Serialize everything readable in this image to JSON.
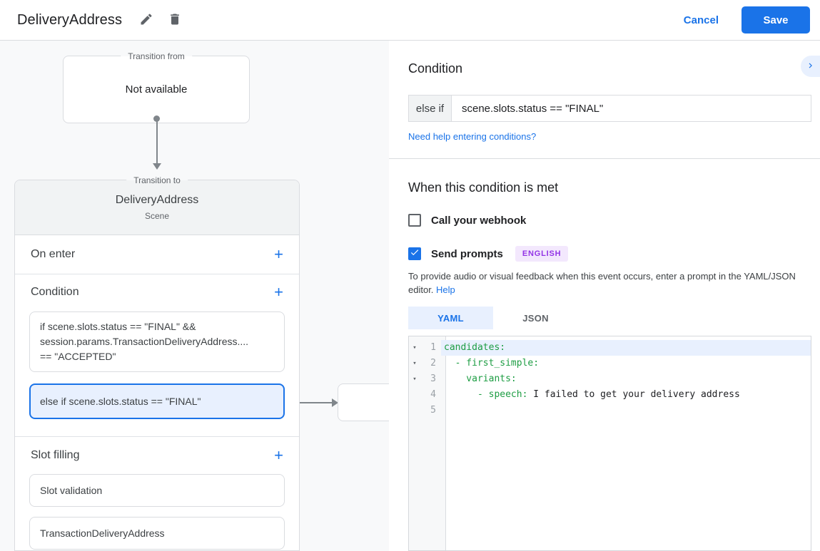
{
  "header": {
    "title": "DeliveryAddress",
    "cancel_label": "Cancel",
    "save_label": "Save"
  },
  "icons": {
    "edit": "pencil-icon",
    "delete": "trash-icon",
    "collapse": "chevron-right-icon",
    "add_glyph": "+",
    "fold_glyph": "▾",
    "check_glyph": "checkmark"
  },
  "colors": {
    "accent_blue": "#1a73e8",
    "selected_blue_bg": "#e8f0fe",
    "badge_purple_text": "#9334e6",
    "badge_purple_bg": "#f3e8fd",
    "yaml_key_green": "#1d9d43",
    "canvas_gray": "#f8f9fa",
    "card_header_gray": "#f1f3f4",
    "border_gray": "#dadce0"
  },
  "canvas": {
    "transition_from": {
      "legend": "Transition from",
      "value": "Not available"
    },
    "scene_card": {
      "legend": "Transition to",
      "title": "DeliveryAddress",
      "subtitle": "Scene",
      "on_enter": {
        "label": "On enter",
        "add": "+"
      },
      "condition": {
        "label": "Condition",
        "add": "+",
        "item1": {
          "line1": "if scene.slots.status == \"FINAL\" &&",
          "line2": "session.params.TransactionDeliveryAddress....",
          "line3": "== \"ACCEPTED\""
        },
        "item2": {
          "text": "else if scene.slots.status == \"FINAL\"",
          "selected": true
        }
      },
      "slot_filling": {
        "label": "Slot filling",
        "add": "+",
        "item1": "Slot validation",
        "item2": "TransactionDeliveryAddress"
      }
    }
  },
  "panel": {
    "title": "Condition",
    "condition_row": {
      "prefix": "else if",
      "value": "scene.slots.status == \"FINAL\""
    },
    "help_link": "Need help entering conditions?",
    "when_met": {
      "title": "When this condition is met",
      "webhook": {
        "label": "Call your webhook",
        "checked": false
      },
      "prompts": {
        "label": "Send prompts",
        "checked": true,
        "badge": "ENGLISH"
      },
      "description": "To provide audio or visual feedback when this event occurs, enter a prompt in the YAML/JSON editor.",
      "description_link": "Help"
    },
    "editor": {
      "tabs": {
        "yaml": "YAML",
        "json": "JSON",
        "active": "YAML"
      },
      "lines": [
        {
          "fold": "▾",
          "num": "1",
          "key": "candidates:",
          "text": ""
        },
        {
          "fold": "▾",
          "num": "2",
          "key": "  - first_simple:",
          "text": ""
        },
        {
          "fold": "▾",
          "num": "3",
          "key": "    variants:",
          "text": ""
        },
        {
          "fold": "",
          "num": "4",
          "key": "      - speech:",
          "text": " I failed to get your delivery address"
        },
        {
          "fold": "",
          "num": "5",
          "key": "",
          "text": ""
        }
      ]
    }
  }
}
